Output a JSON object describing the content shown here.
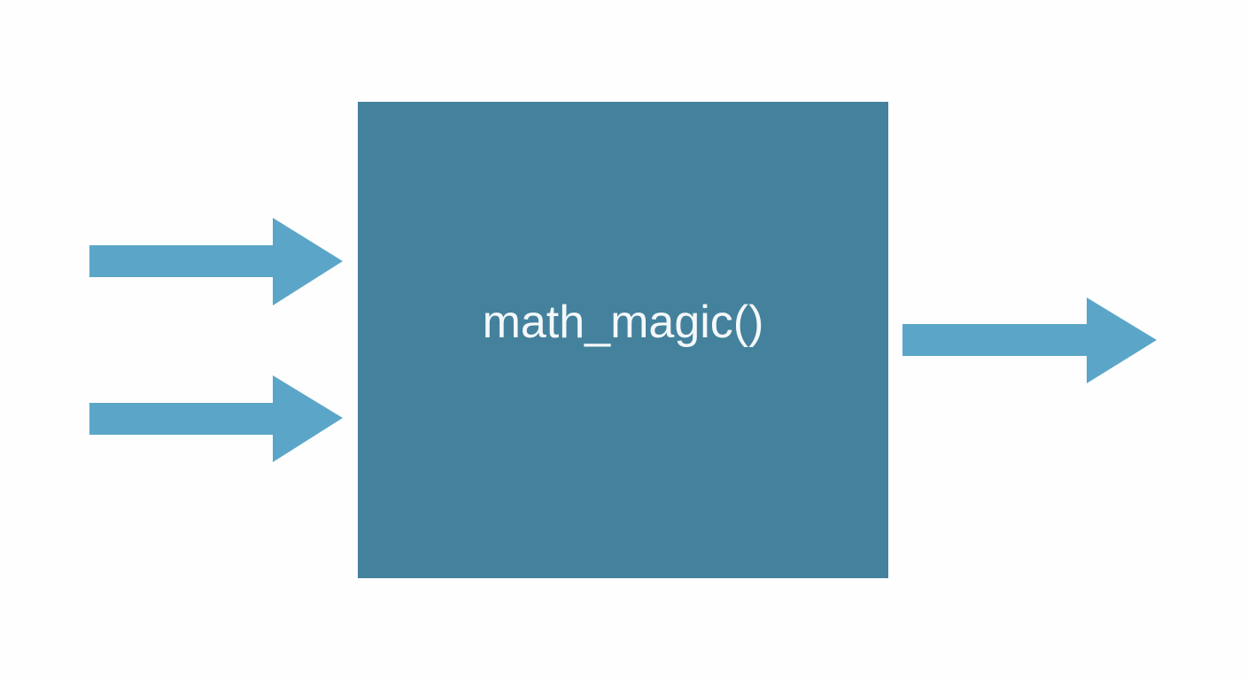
{
  "function_box": {
    "label": "math_magic()",
    "color": "#44819c"
  },
  "arrows": {
    "color": "#5ba6c8",
    "inputs": 2,
    "outputs": 1
  }
}
